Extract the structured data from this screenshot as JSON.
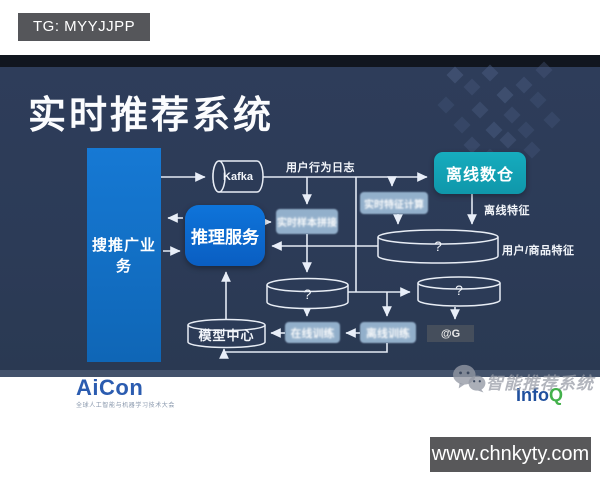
{
  "badges": {
    "tg": "TG: MYYJJPP",
    "url": "www.chnkyty.com"
  },
  "slide": {
    "title": "实时推荐系统",
    "watermark": {
      "text": "智能推荐系统"
    },
    "footer_logos": {
      "aicon": {
        "name": "AiCon",
        "tagline": "全球人工智能与机器学习技术大会"
      },
      "infoq": {
        "info": "Info",
        "q": "Q"
      }
    }
  },
  "diagram": {
    "nodes": {
      "business": {
        "label": "搜推广业务"
      },
      "kafka": {
        "label": "Kafka"
      },
      "inference": {
        "label": "推理服务"
      },
      "offline_dw": {
        "label": "离线数仓"
      },
      "sample_join": {
        "label": "实时样本拼接"
      },
      "feature_calc": {
        "label": "实时特征计算"
      },
      "online_train": {
        "label": "在线训练"
      },
      "offline_train": {
        "label": "离线训练"
      },
      "model_center": {
        "label": "模型中心"
      },
      "feature_store": {
        "label": "?"
      },
      "sample_store": {
        "label": "?"
      },
      "model_store": {
        "label": "?"
      },
      "serving_box": {
        "label": "@G"
      }
    },
    "edge_labels": {
      "user_log": "用户行为日志",
      "offline_feature": "离线特征",
      "user_item_feature": "用户/商品特征"
    }
  }
}
